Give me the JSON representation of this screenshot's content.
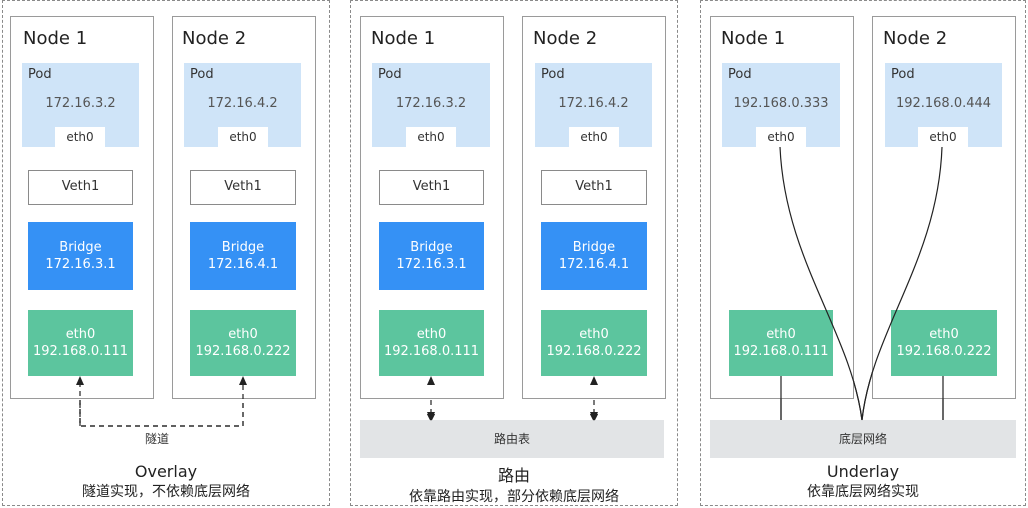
{
  "panels": [
    {
      "title": "Overlay",
      "subtitle": "隧道实现，不依赖底层网络",
      "link_label": "隧道",
      "nodes": [
        {
          "name": "Node 1",
          "pod_label": "Pod",
          "pod_ip": "172.16.3.2",
          "pod_eth": "eth0",
          "veth": "Veth1",
          "bridge_label": "Bridge",
          "bridge_ip": "172.16.3.1",
          "eth_label": "eth0",
          "eth_ip": "192.168.0.111"
        },
        {
          "name": "Node 2",
          "pod_label": "Pod",
          "pod_ip": "172.16.4.2",
          "pod_eth": "eth0",
          "veth": "Veth1",
          "bridge_label": "Bridge",
          "bridge_ip": "172.16.4.1",
          "eth_label": "eth0",
          "eth_ip": "192.168.0.222"
        }
      ]
    },
    {
      "title": "路由",
      "subtitle": "依靠路由实现，部分依赖底层网络",
      "link_label": "路由表",
      "nodes": [
        {
          "name": "Node 1",
          "pod_label": "Pod",
          "pod_ip": "172.16.3.2",
          "pod_eth": "eth0",
          "veth": "Veth1",
          "bridge_label": "Bridge",
          "bridge_ip": "172.16.3.1",
          "eth_label": "eth0",
          "eth_ip": "192.168.0.111"
        },
        {
          "name": "Node 2",
          "pod_label": "Pod",
          "pod_ip": "172.16.4.2",
          "pod_eth": "eth0",
          "veth": "Veth1",
          "bridge_label": "Bridge",
          "bridge_ip": "172.16.4.1",
          "eth_label": "eth0",
          "eth_ip": "192.168.0.222"
        }
      ]
    },
    {
      "title": "Underlay",
      "subtitle": "依靠底层网络实现",
      "link_label": "底层网络",
      "nodes": [
        {
          "name": "Node 1",
          "pod_label": "Pod",
          "pod_ip": "192.168.0.333",
          "pod_eth": "eth0",
          "eth_label": "eth0",
          "eth_ip": "192.168.0.111"
        },
        {
          "name": "Node 2",
          "pod_label": "Pod",
          "pod_ip": "192.168.0.444",
          "pod_eth": "eth0",
          "eth_label": "eth0",
          "eth_ip": "192.168.0.222"
        }
      ]
    }
  ],
  "colors": {
    "pod_fill": "#cfe4f8",
    "bridge_fill": "#3591f5",
    "eth_fill": "#5cc59e",
    "bar_fill": "#e2e4e6",
    "line": "#333333"
  }
}
